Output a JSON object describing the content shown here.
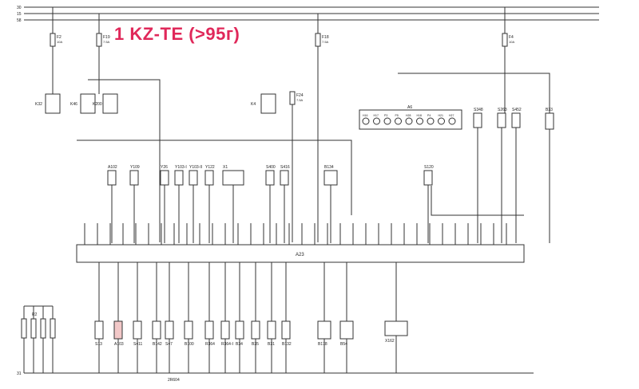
{
  "title": "1 KZ-TE (>95г)",
  "accent_color": "#e0285a",
  "rail_labels": [
    "30",
    "15",
    "58"
  ],
  "ground_label": "31",
  "footer_code": "2R604",
  "fuses": [
    {
      "id": "F2",
      "rating": "10A"
    },
    {
      "id": "F19",
      "rating": "7.5A"
    },
    {
      "id": "F18",
      "rating": "7.5A"
    },
    {
      "id": "F4",
      "rating": "10A"
    },
    {
      "id": "F24",
      "rating": "7.5A"
    }
  ],
  "relays": [
    "K32",
    "K46",
    "K200",
    "K4"
  ],
  "instrument_cluster": {
    "id": "A6",
    "cells": [
      "H16",
      "H17",
      "P3",
      "P5",
      "H28",
      "H18",
      "P4",
      "H21",
      "H27"
    ]
  },
  "top_components": [
    "A102",
    "Y109",
    "Y26",
    "Y103-I",
    "Y103-II",
    "Y122",
    "X1",
    "S400",
    "S416",
    "B134",
    "S120",
    "S348",
    "S263",
    "S452",
    "B33"
  ],
  "ecu": {
    "id": "A23"
  },
  "bottom_components": [
    "S13",
    "A103",
    "S411",
    "B142",
    "S47",
    "B100",
    "R364",
    "R364-I",
    "B34",
    "B35",
    "B31",
    "B132",
    "B178",
    "B54",
    "X162"
  ],
  "resistor_pack": "R2"
}
